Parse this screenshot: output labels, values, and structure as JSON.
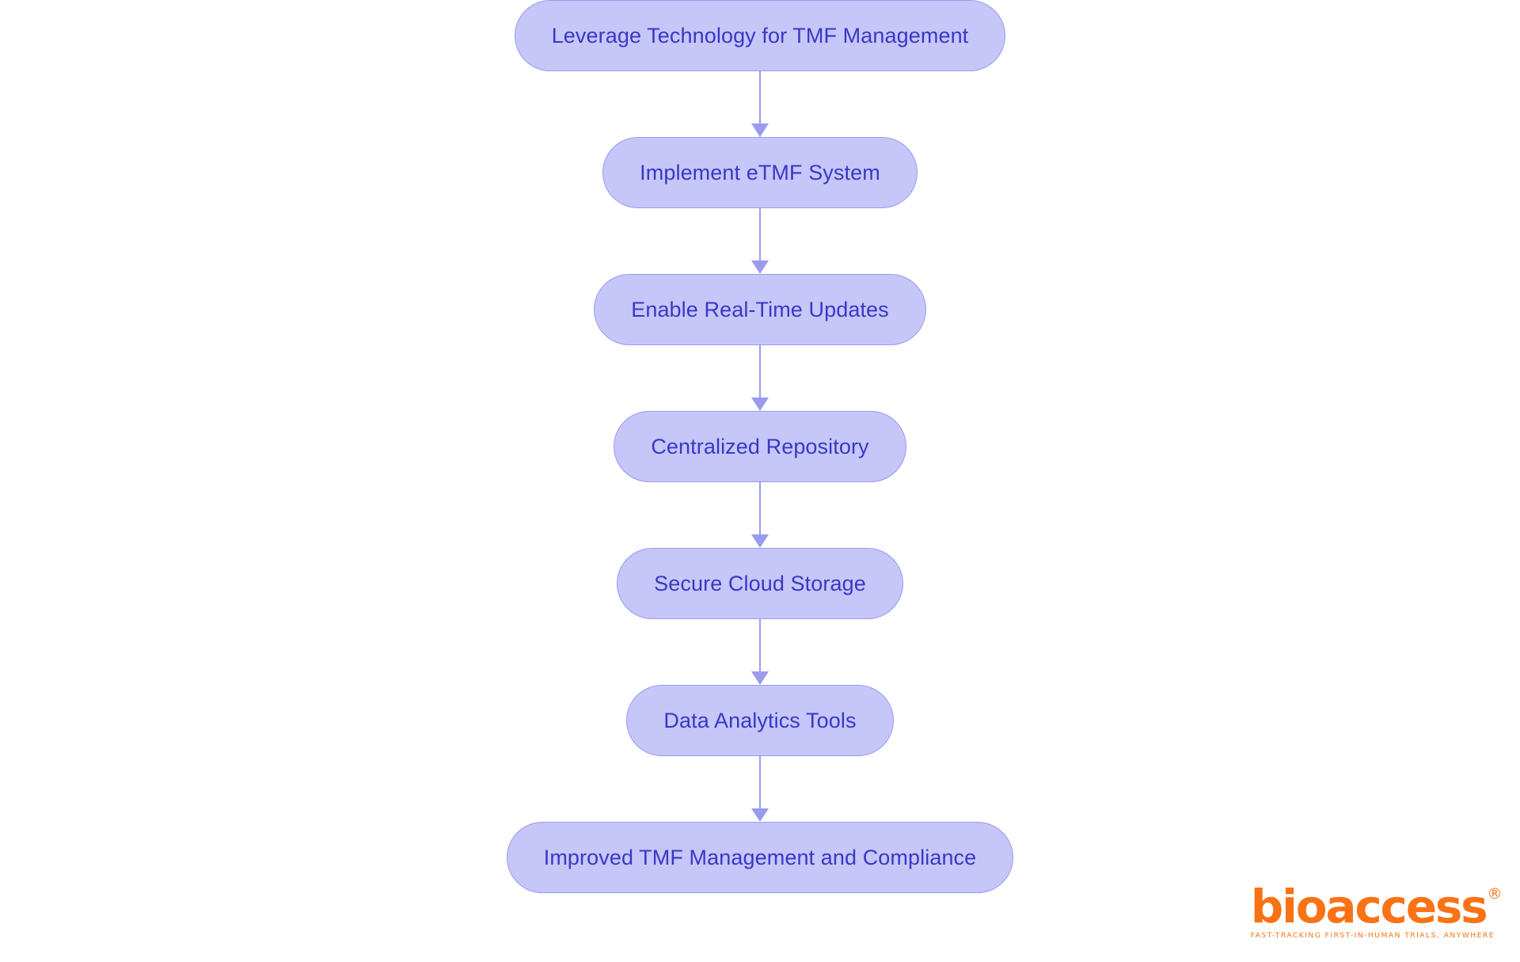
{
  "diagram": {
    "type": "flowchart",
    "orientation": "top-to-bottom",
    "title": "Leverage Technology for TMF Management",
    "colors": {
      "node_fill": "#c6c6f9",
      "node_border": "#9a9bef",
      "node_text": "#3838c6",
      "connector": "#9a9bef",
      "background": "#ffffff",
      "logo": "#f97316"
    },
    "nodes": [
      {
        "id": "n1",
        "label": "Leverage Technology for TMF Management"
      },
      {
        "id": "n2",
        "label": "Implement eTMF System"
      },
      {
        "id": "n3",
        "label": "Enable Real-Time Updates"
      },
      {
        "id": "n4",
        "label": "Centralized Repository"
      },
      {
        "id": "n5",
        "label": "Secure Cloud Storage"
      },
      {
        "id": "n6",
        "label": "Data Analytics Tools"
      },
      {
        "id": "n7",
        "label": "Improved TMF Management and Compliance"
      }
    ],
    "edges": [
      {
        "from": "n1",
        "to": "n2",
        "label": ""
      },
      {
        "from": "n2",
        "to": "n3",
        "label": ""
      },
      {
        "from": "n3",
        "to": "n4",
        "label": ""
      },
      {
        "from": "n4",
        "to": "n5",
        "label": ""
      },
      {
        "from": "n5",
        "to": "n6",
        "label": ""
      },
      {
        "from": "n6",
        "to": "n7",
        "label": ""
      }
    ]
  },
  "logo": {
    "wordmark": "bioaccess",
    "registered": "®",
    "tagline": "FAST-TRACKING FIRST-IN-HUMAN TRIALS, ANYWHERE"
  }
}
